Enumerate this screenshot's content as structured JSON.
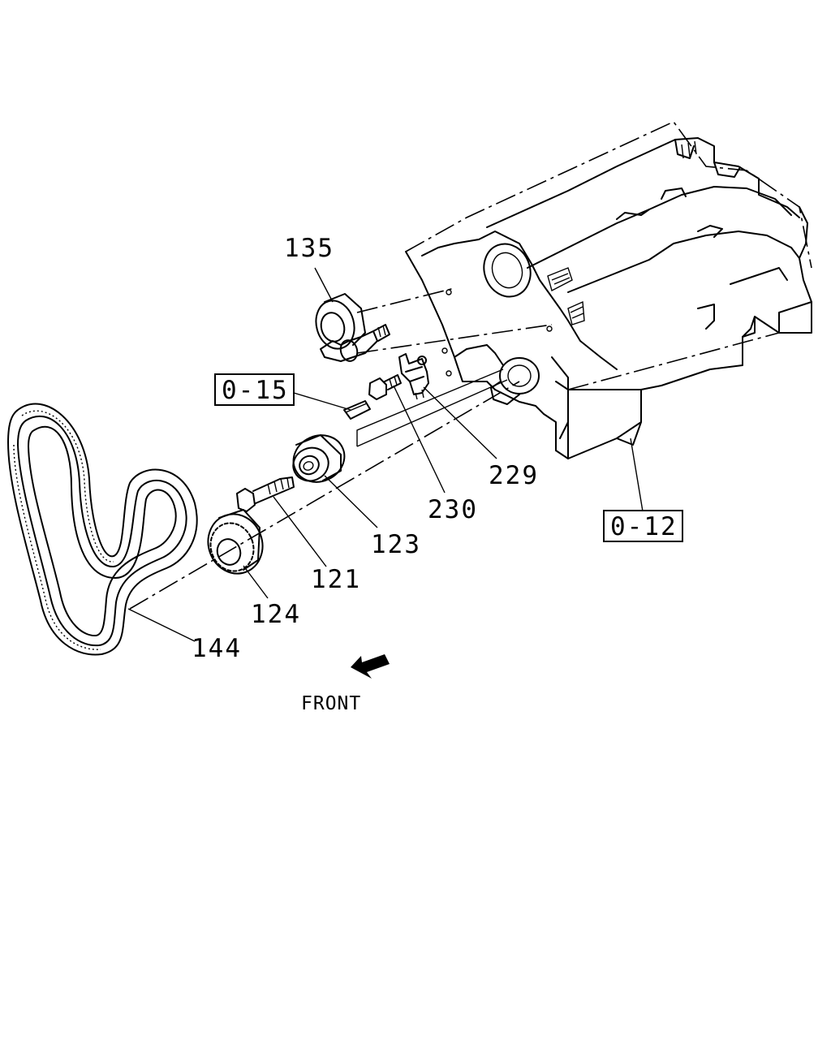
{
  "diagram": {
    "labels": {
      "p135": "135",
      "p229": "229",
      "p230": "230",
      "p123": "123",
      "p121": "121",
      "p124": "124",
      "p144": "144",
      "ref015": "0-15",
      "ref012": "0-12",
      "front": "FRONT"
    },
    "icons": [
      "front-arrow-icon"
    ]
  }
}
